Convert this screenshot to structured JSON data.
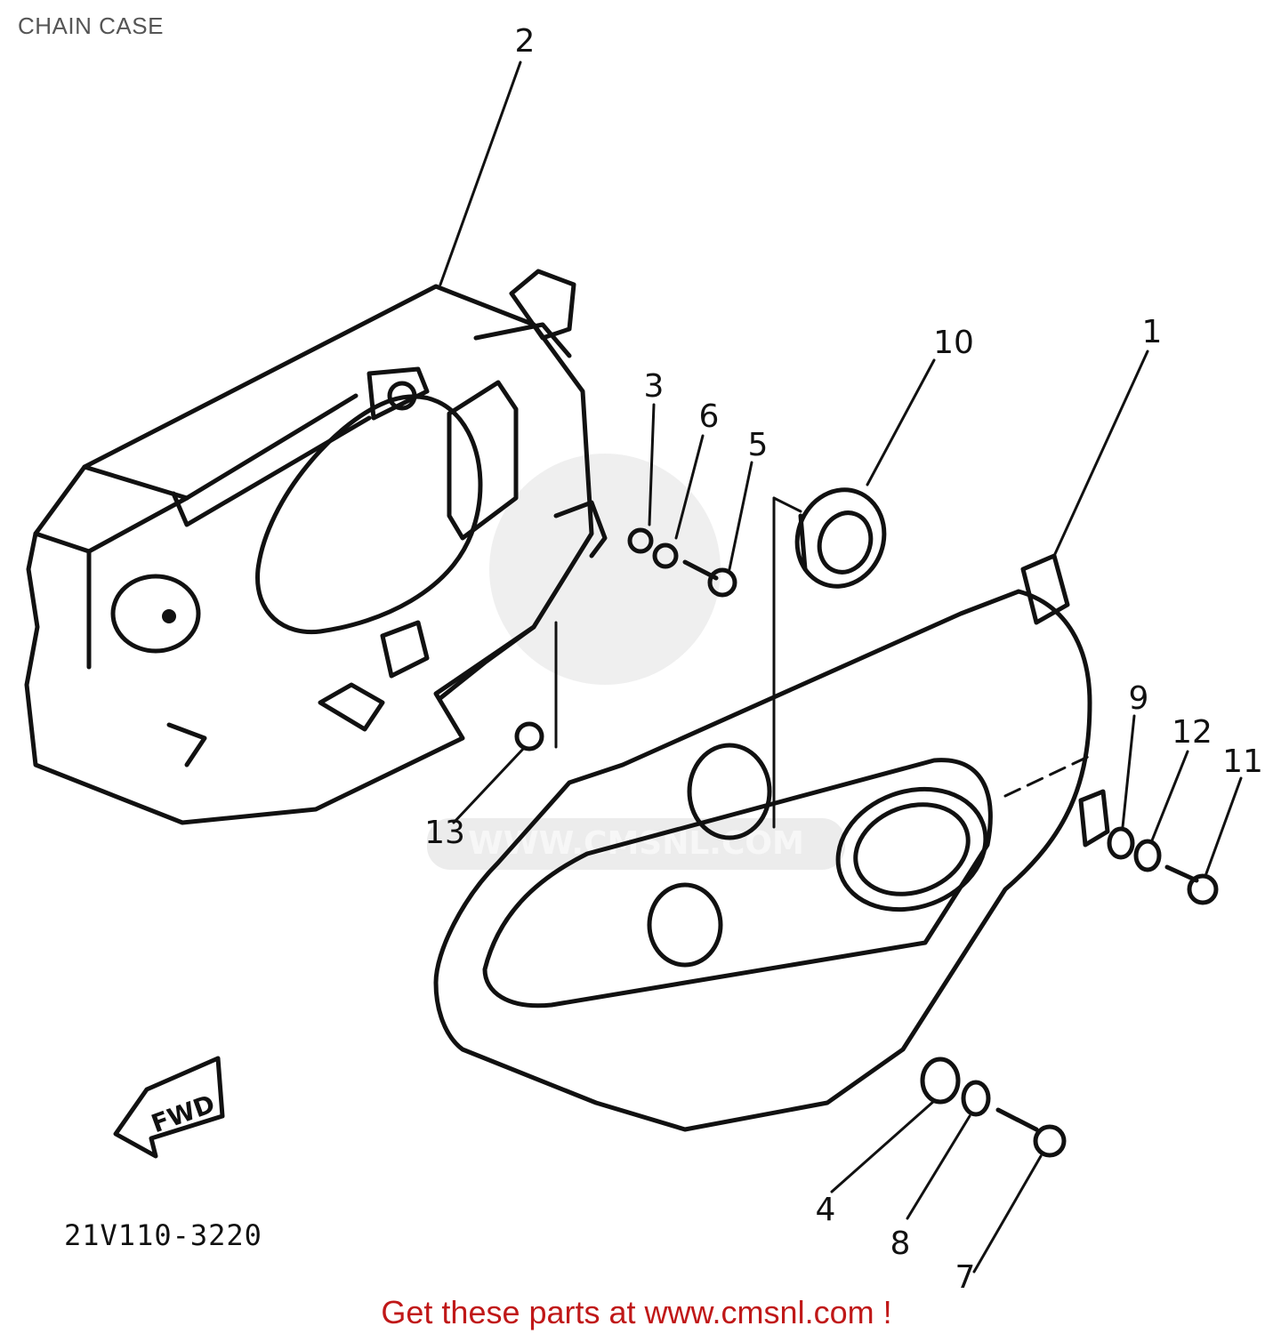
{
  "header": {
    "title": "CHAIN CASE"
  },
  "diagram": {
    "callouts": {
      "p1": "1",
      "p2": "2",
      "p3": "3",
      "p4": "4",
      "p5": "5",
      "p6": "6",
      "p7": "7",
      "p8": "8",
      "p9": "9",
      "p10": "10",
      "p11": "11",
      "p12": "12",
      "p13": "13"
    },
    "fwd_label": "FWD",
    "part_number": "21V110-3220",
    "watermark": "WWW.CMSNL.COM"
  },
  "footer": {
    "link_text": "Get these parts at www.cmsnl.com !"
  }
}
